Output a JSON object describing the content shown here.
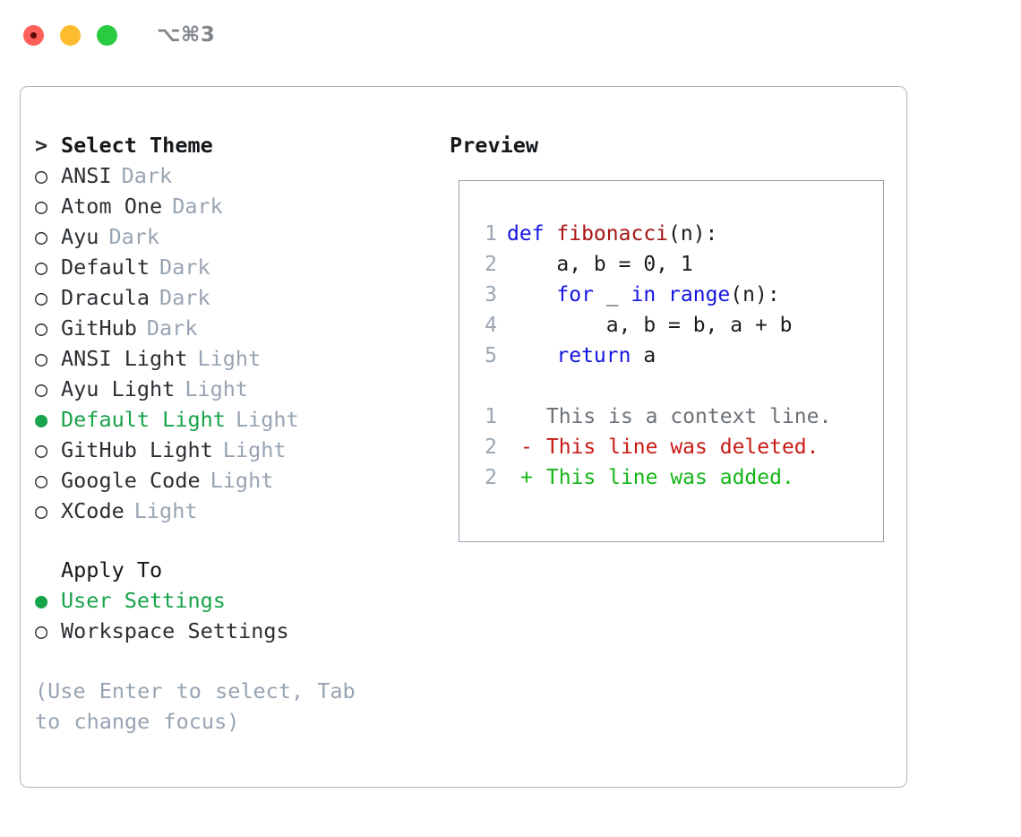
{
  "titlebar": {
    "shortcut": "⌥⌘3",
    "buttons": [
      {
        "name": "close",
        "color": "#fc6058"
      },
      {
        "name": "minimize",
        "color": "#fdbc2e"
      },
      {
        "name": "maximize",
        "color": "#2aca41"
      }
    ]
  },
  "theme_picker": {
    "header_marker": ">",
    "header_label": "Select Theme",
    "items": [
      {
        "marker": "○",
        "label": "ANSI",
        "tag": "Dark",
        "selected": false
      },
      {
        "marker": "○",
        "label": "Atom One",
        "tag": "Dark",
        "selected": false
      },
      {
        "marker": "○",
        "label": "Ayu",
        "tag": "Dark",
        "selected": false
      },
      {
        "marker": "○",
        "label": "Default",
        "tag": "Dark",
        "selected": false
      },
      {
        "marker": "○",
        "label": "Dracula",
        "tag": "Dark",
        "selected": false
      },
      {
        "marker": "○",
        "label": "GitHub",
        "tag": "Dark",
        "selected": false
      },
      {
        "marker": "○",
        "label": "ANSI Light",
        "tag": "Light",
        "selected": false
      },
      {
        "marker": "○",
        "label": "Ayu Light",
        "tag": "Light",
        "selected": false
      },
      {
        "marker": "●",
        "label": "Default Light",
        "tag": "Light",
        "selected": true
      },
      {
        "marker": "○",
        "label": "GitHub Light",
        "tag": "Light",
        "selected": false
      },
      {
        "marker": "○",
        "label": "Google Code",
        "tag": "Light",
        "selected": false
      },
      {
        "marker": "○",
        "label": "XCode",
        "tag": "Light",
        "selected": false
      }
    ]
  },
  "apply_to": {
    "title": "Apply To",
    "items": [
      {
        "marker": "●",
        "label": "User Settings",
        "selected": true
      },
      {
        "marker": "○",
        "label": "Workspace Settings",
        "selected": false
      }
    ]
  },
  "hint": "(Use Enter to select, Tab to change focus)",
  "preview": {
    "title": "Preview",
    "code_lines": [
      {
        "no": "1",
        "segments": [
          {
            "t": "def ",
            "c": "kw"
          },
          {
            "t": "fibonacci",
            "c": "fn"
          },
          {
            "t": "(n):",
            "c": "code-text"
          }
        ]
      },
      {
        "no": "2",
        "segments": [
          {
            "t": "    a, b = 0, 1",
            "c": "code-text"
          }
        ]
      },
      {
        "no": "3",
        "segments": [
          {
            "t": "    ",
            "c": "code-text"
          },
          {
            "t": "for",
            "c": "kw"
          },
          {
            "t": " _ ",
            "c": "code-text"
          },
          {
            "t": "in",
            "c": "kw"
          },
          {
            "t": " ",
            "c": "code-text"
          },
          {
            "t": "range",
            "c": "kw"
          },
          {
            "t": "(n):",
            "c": "code-text"
          }
        ]
      },
      {
        "no": "4",
        "segments": [
          {
            "t": "        a, b = b, a + b",
            "c": "code-text"
          }
        ]
      },
      {
        "no": "5",
        "segments": [
          {
            "t": "    ",
            "c": "code-text"
          },
          {
            "t": "return",
            "c": "kw"
          },
          {
            "t": " a",
            "c": "code-text"
          }
        ]
      }
    ],
    "diff_lines": [
      {
        "no": "1",
        "gutter": " ",
        "text": "This is a context line.",
        "kind": "ctx"
      },
      {
        "no": "2",
        "gutter": "-",
        "text": "This line was deleted.",
        "kind": "del"
      },
      {
        "no": "2",
        "gutter": "+",
        "text": "This line was added.",
        "kind": "add"
      }
    ]
  }
}
